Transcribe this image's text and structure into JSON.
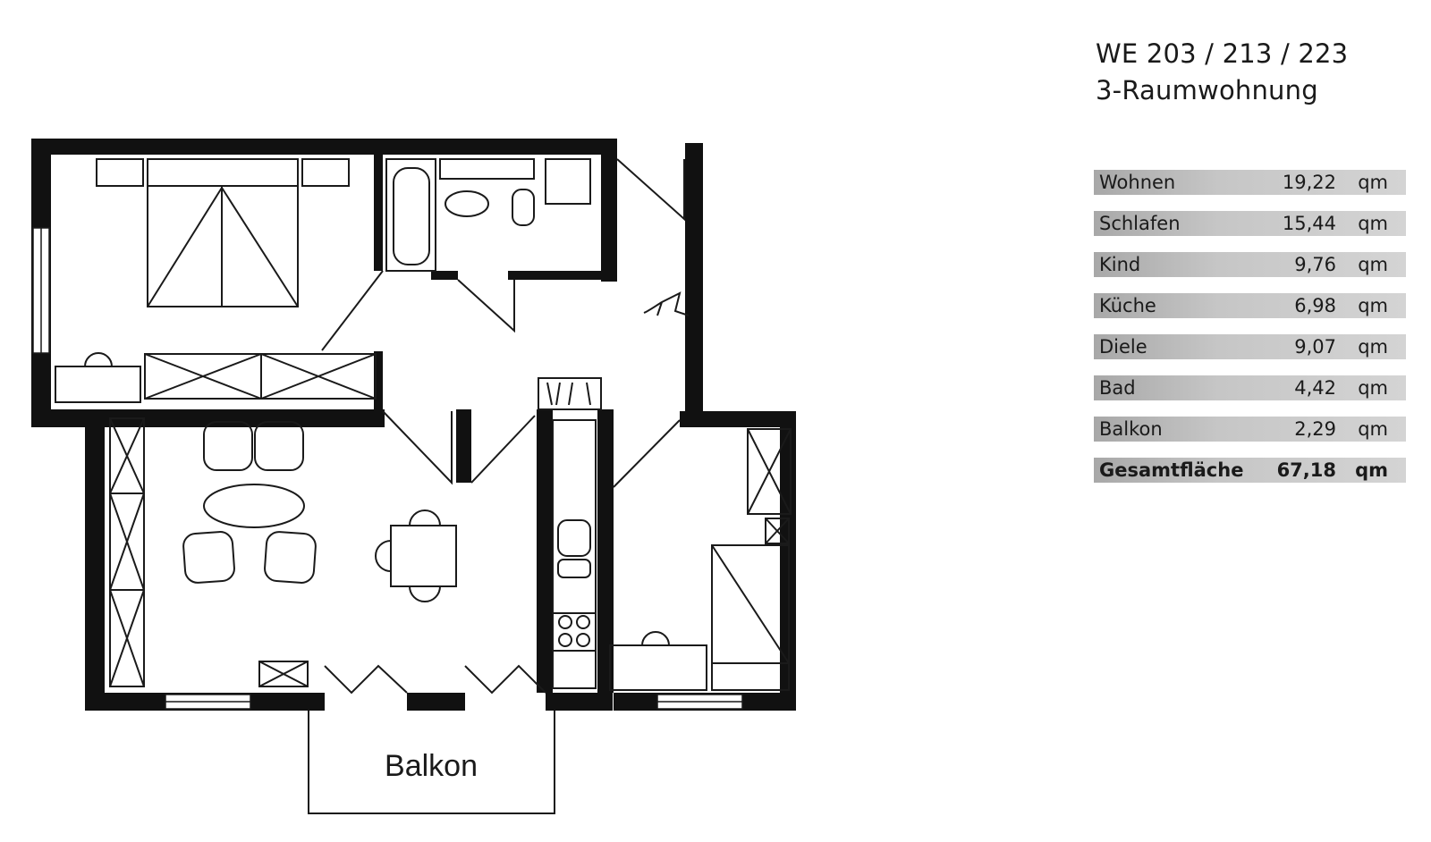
{
  "header": {
    "unit_ids": "WE 203 / 213 / 223",
    "apartment_type": "3-Raumwohnung"
  },
  "area_table": {
    "rows": [
      {
        "room": "Wohnen",
        "value": "19,22",
        "unit": "qm"
      },
      {
        "room": "Schlafen",
        "value": "15,44",
        "unit": "qm"
      },
      {
        "room": "Kind",
        "value": "9,76",
        "unit": "qm"
      },
      {
        "room": "Küche",
        "value": "6,98",
        "unit": "qm"
      },
      {
        "room": "Diele",
        "value": "9,07",
        "unit": "qm"
      },
      {
        "room": "Bad",
        "value": "4,42",
        "unit": "qm"
      },
      {
        "room": "Balkon",
        "value": "2,29",
        "unit": "qm"
      }
    ],
    "total": {
      "room": "Gesamtfläche",
      "value": "67,18",
      "unit": "qm"
    }
  },
  "plan": {
    "balcony_label": "Balkon"
  },
  "colors": {
    "wall": "#111111",
    "line": "#1a1a1a",
    "row_bar": "#c6c6c6"
  }
}
